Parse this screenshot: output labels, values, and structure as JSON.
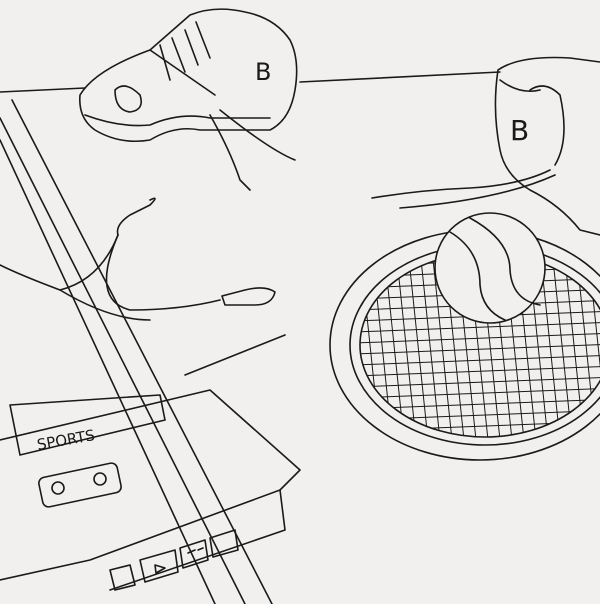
{
  "illustration": {
    "cassette_label": "SPORTS",
    "shoe_letter_left": "B",
    "shoe_letter_right": "B"
  },
  "colors": {
    "background": "#f1f0ee",
    "ink": "#1a1a1a"
  }
}
